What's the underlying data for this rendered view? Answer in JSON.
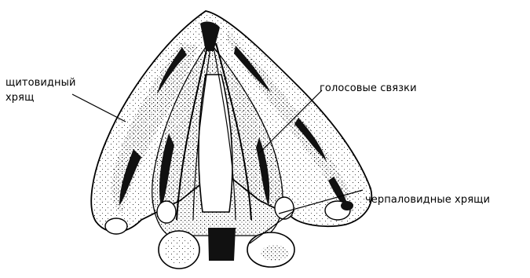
{
  "labels": {
    "thyroid_line1": "щитовидный",
    "thyroid_line2": "хрящ",
    "vocal_cords": "голосовые связки",
    "arytenoid": "черпаловидные хрящи"
  },
  "colors": {
    "ink": "#000000",
    "background": "#ffffff",
    "stipple": "#555555"
  }
}
